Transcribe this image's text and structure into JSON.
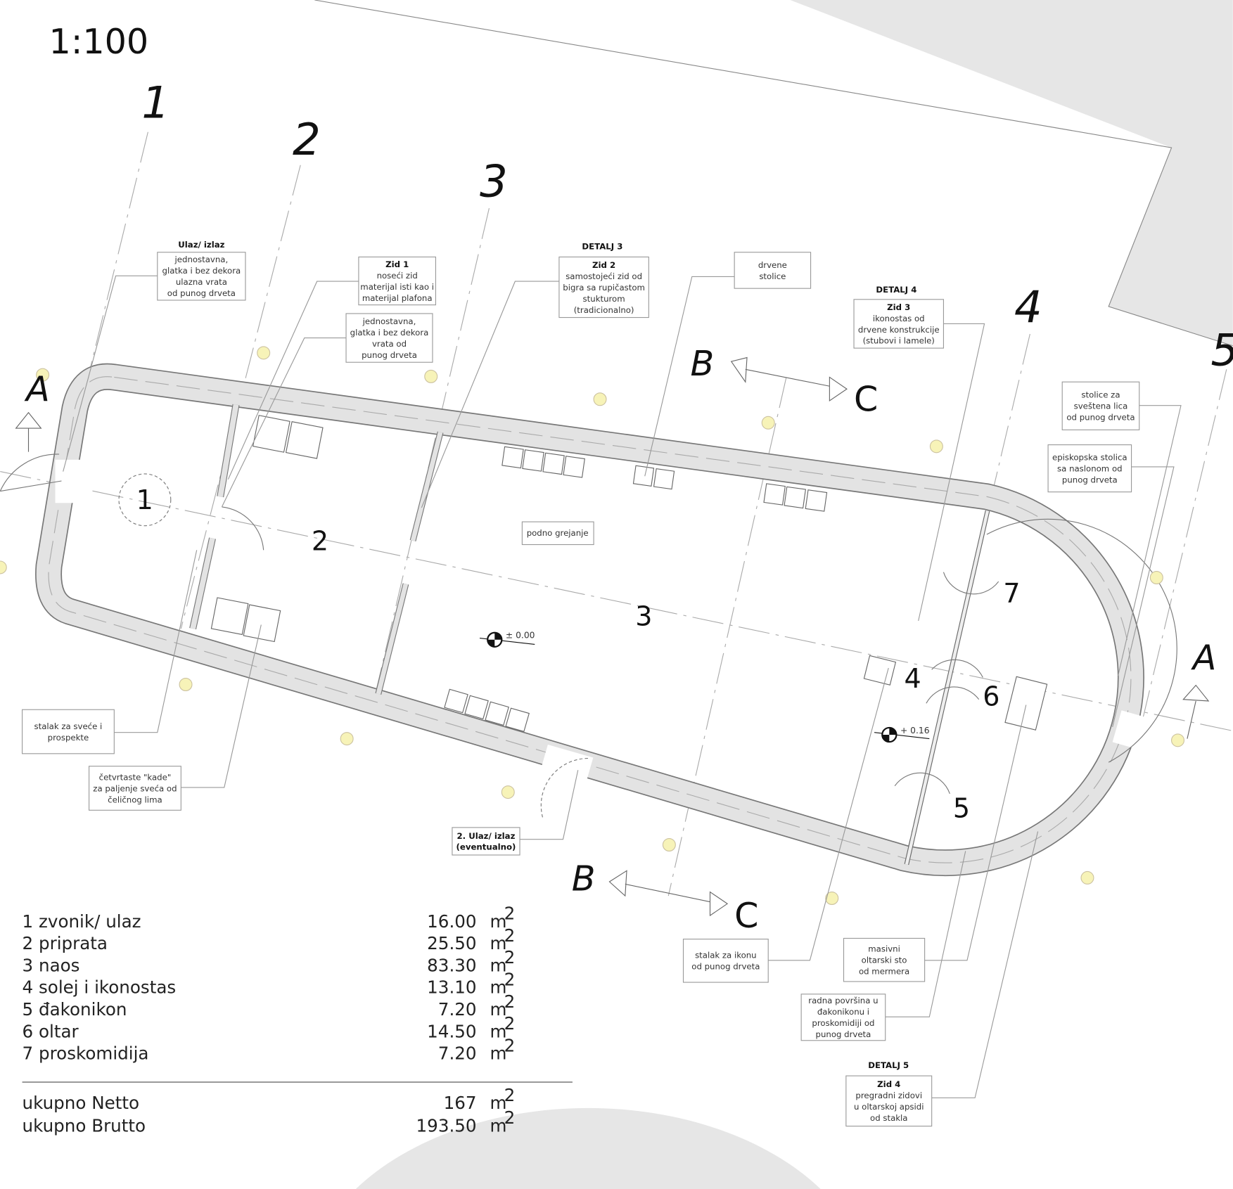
{
  "scale": "1:100",
  "axes": [
    "1",
    "2",
    "3",
    "4",
    "5"
  ],
  "sections": {
    "a": "A",
    "b": "B",
    "c": "C"
  },
  "rooms": [
    "1",
    "2",
    "3",
    "4",
    "5",
    "6",
    "7"
  ],
  "levels": {
    "main": "± 0.00",
    "altar": "+ 0.16"
  },
  "floor_heating": "podno grejanje",
  "callouts": [
    {
      "header": "Ulaz/ izlaz",
      "lines": [
        "jednostavna,",
        "glatka i bez dekora",
        "ulazna vrata",
        "od punog drveta"
      ]
    },
    {
      "bold": "Zid 1",
      "lines": [
        "noseći zid",
        "materijal isti kao i",
        "materijal plafona"
      ]
    },
    {
      "lines": [
        "jednostavna,",
        "glatka i bez dekora",
        "vrata od",
        "punog drveta"
      ]
    },
    {
      "header": "DETALJ 3",
      "bold": "Zid 2",
      "lines": [
        "samostojeći zid od",
        "bigra sa rupičastom",
        "stukturom",
        "(tradicionalno)"
      ]
    },
    {
      "lines": [
        "drvene",
        "stolice"
      ]
    },
    {
      "header": "DETALJ 4",
      "bold": "Zid 3",
      "lines": [
        "ikonostas od",
        "drvene konstrukcije",
        "(stubovi i lamele)"
      ]
    },
    {
      "lines": [
        "stolice za",
        "sveštena lica",
        "od punog drveta"
      ]
    },
    {
      "lines": [
        "episkopska stolica",
        "sa naslonom od",
        "punog drveta"
      ]
    },
    {
      "lines": [
        "stalak za sveće i",
        "prospekte"
      ]
    },
    {
      "lines": [
        "četvrtaste \"kade\"",
        "za paljenje sveća od",
        "čeličnog lima"
      ]
    },
    {
      "boldlines": [
        "2. Ulaz/ izlaz",
        "(eventualno)"
      ]
    },
    {
      "lines": [
        "stalak za ikonu",
        "od punog drveta"
      ]
    },
    {
      "lines": [
        "masivni",
        "oltarski sto",
        "od mermera"
      ]
    },
    {
      "lines": [
        "radna površina u",
        "đakonikonu i",
        "proskomidiji od",
        "punog drveta"
      ]
    },
    {
      "header": "DETALJ 5",
      "bold": "Zid 4",
      "lines": [
        "pregradni zidovi",
        "u oltarskoj apsidi",
        "od stakla"
      ]
    }
  ],
  "areas": [
    {
      "name": "1 zvonik/ ulaz",
      "value": "16.00",
      "unit": "m",
      "sup": "2"
    },
    {
      "name": "2 priprata",
      "value": "25.50",
      "unit": "m",
      "sup": "2"
    },
    {
      "name": "3 naos",
      "value": "83.30",
      "unit": "m",
      "sup": "2"
    },
    {
      "name": "4 solej i ikonostas",
      "value": "13.10",
      "unit": "m",
      "sup": "2"
    },
    {
      "name": "5 đakonikon",
      "value": "7.20",
      "unit": "m",
      "sup": "2"
    },
    {
      "name": "6 oltar",
      "value": "14.50",
      "unit": "m",
      "sup": "2"
    },
    {
      "name": "7 proskomidija",
      "value": "7.20",
      "unit": "m",
      "sup": "2"
    }
  ],
  "totals": [
    {
      "name": "ukupno Netto",
      "value": "167",
      "unit": "m",
      "sup": "2"
    },
    {
      "name": "ukupno Brutto",
      "value": "193.50",
      "unit": "m",
      "sup": "2"
    }
  ],
  "colors": {
    "wall": "#e3e3e3",
    "site": "#e6e6e6",
    "lamp": "#f7f3b8"
  }
}
